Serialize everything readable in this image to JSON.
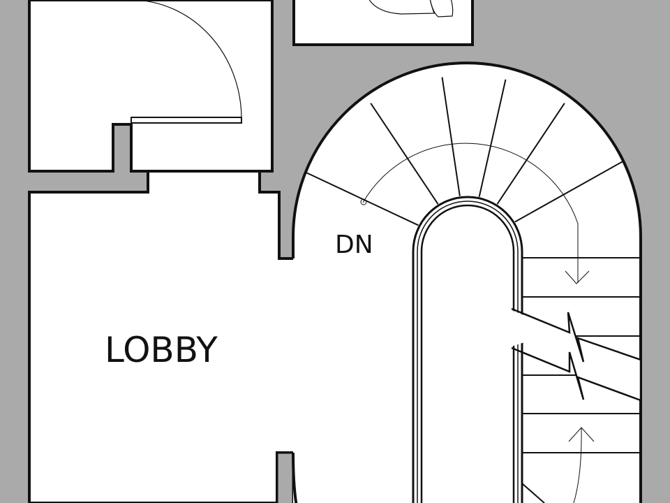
{
  "plan": {
    "labels": {
      "lobby": "LOBBY",
      "stair_direction": "DN"
    },
    "colors": {
      "wall_fill": "#aaaaaa",
      "room_fill": "#ffffff",
      "line": "#111111"
    },
    "elements": [
      "upper-room",
      "door-swing",
      "toilet-room",
      "spiral-stair",
      "stair-well",
      "lobby"
    ]
  }
}
